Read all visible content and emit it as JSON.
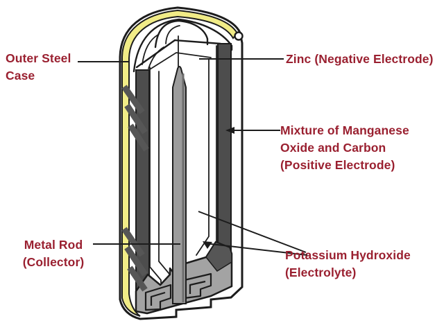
{
  "diagram": {
    "labels": {
      "outer_steel": {
        "lines": [
          "Outer Steel",
          "Case"
        ]
      },
      "zinc": {
        "lines": [
          "Zinc (Negative Electrode)"
        ]
      },
      "mixture": {
        "lines": [
          "Mixture of Manganese",
          "Oxide and Carbon",
          "(Positive Electrode)"
        ]
      },
      "metal_rod": {
        "lines": [
          "Metal Rod",
          "(Collector)"
        ]
      },
      "potassium": {
        "lines": [
          "Potassium Hydroxide",
          "(Electrolyte)"
        ]
      }
    },
    "colors": {
      "label_text": "#9a2030",
      "case_yellow": "#f1ec87",
      "electrode_dark": "#4d4d4d",
      "wedge_dark": "#565656",
      "rod_gray": "#9c9c9c",
      "rod_shade": "#6e6e6e",
      "bottom_gray": "#a3a3a3",
      "outline": "#1c1c1c",
      "background": "#ffffff"
    }
  }
}
